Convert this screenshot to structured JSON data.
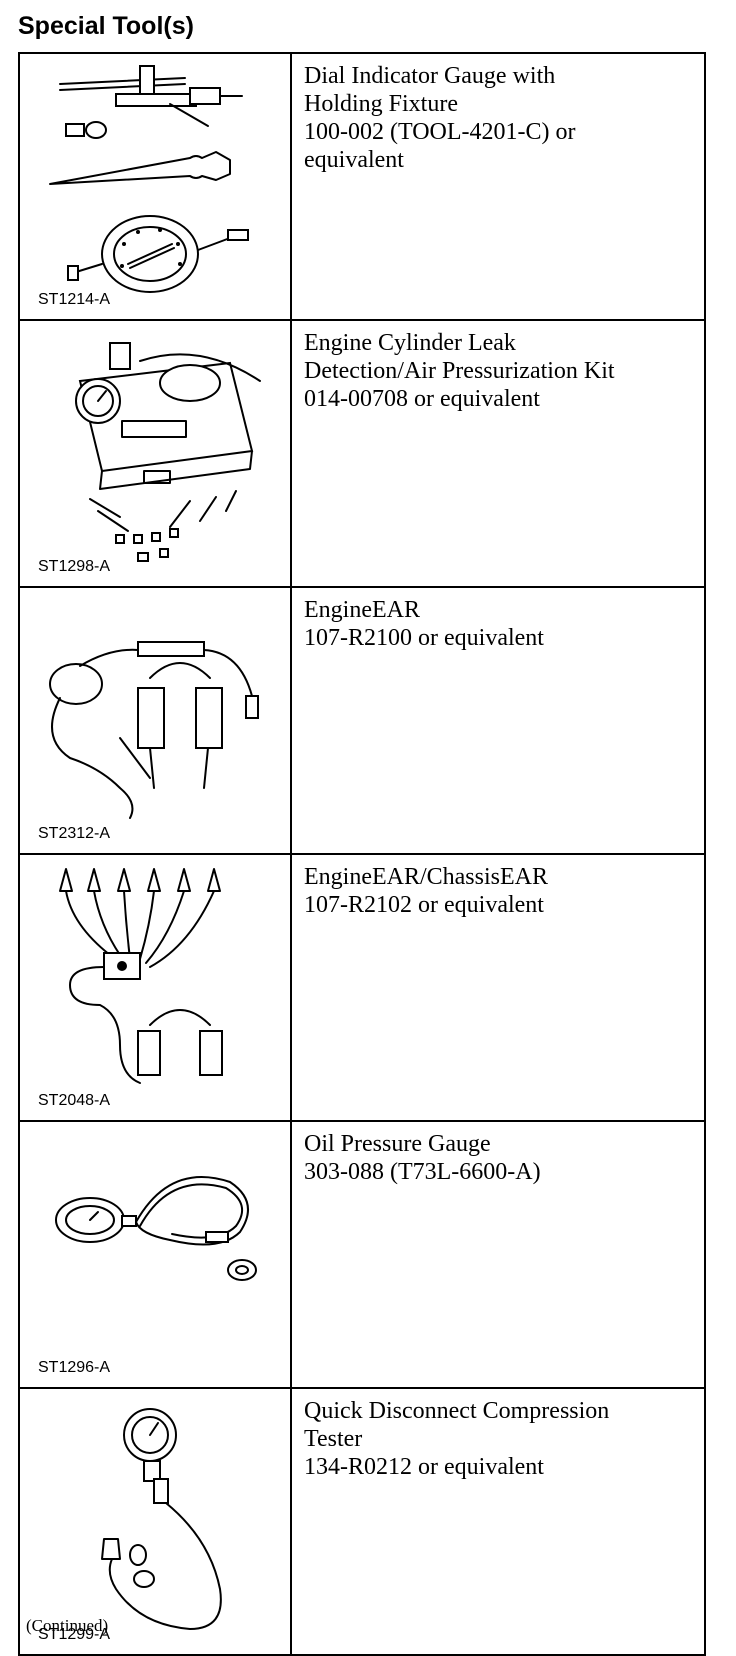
{
  "title": "Special Tool(s)",
  "tools": [
    {
      "figure_id": "ST1214-A",
      "lines": [
        "Dial Indicator Gauge with",
        "Holding Fixture",
        "100-002 (TOOL-4201-C) or",
        "equivalent"
      ],
      "icon": "dial-indicator-gauge-illustration"
    },
    {
      "figure_id": "ST1298-A",
      "lines": [
        "Engine Cylinder Leak",
        "Detection/Air Pressurization Kit",
        "014-00708 or equivalent"
      ],
      "icon": "leak-detection-kit-illustration"
    },
    {
      "figure_id": "ST2312-A",
      "lines": [
        "EngineEAR",
        "107-R2100 or equivalent"
      ],
      "icon": "engineear-headset-illustration"
    },
    {
      "figure_id": "ST2048-A",
      "lines": [
        "EngineEAR/ChassisEAR",
        "107-R2102 or equivalent"
      ],
      "icon": "chassisear-kit-illustration"
    },
    {
      "figure_id": "ST1296-A",
      "lines": [
        "Oil Pressure Gauge",
        "303-088 (T73L-6600-A)"
      ],
      "icon": "oil-pressure-gauge-illustration"
    },
    {
      "figure_id": "ST1299-A",
      "lines": [
        "Quick Disconnect Compression",
        "Tester",
        "134-R0212 or equivalent"
      ],
      "icon": "compression-tester-illustration"
    }
  ],
  "footer": "(Continued)"
}
